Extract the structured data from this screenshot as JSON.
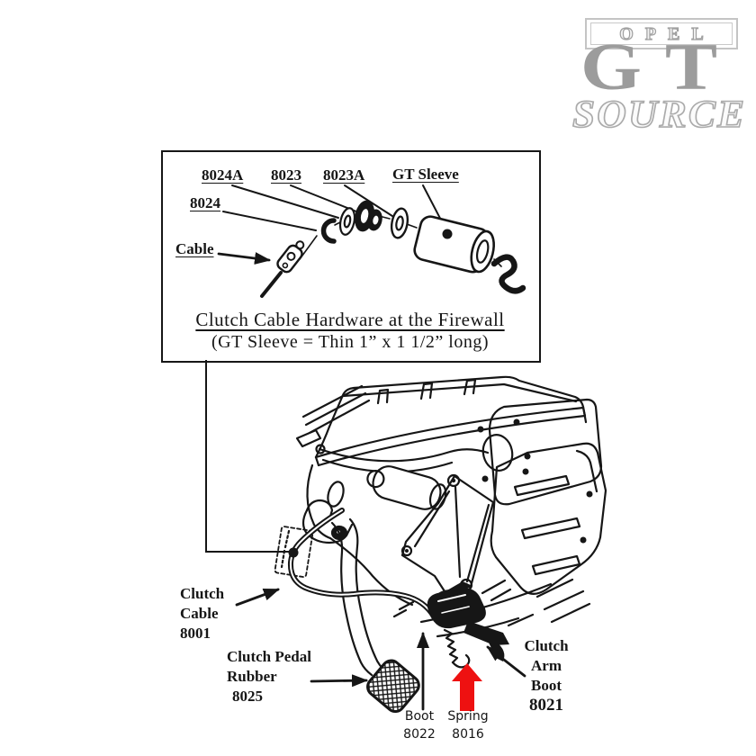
{
  "logo": {
    "opel": "OPEL",
    "gt": "GT",
    "source": "SOURCE"
  },
  "inset": {
    "labels": {
      "p8024a": "8024A",
      "p8023": "8023",
      "p8023a": "8023A",
      "gt_sleeve": "GT Sleeve",
      "p8024": "8024",
      "cable": "Cable"
    },
    "caption_line1": "Clutch Cable Hardware at the Firewall",
    "caption_line2": "(GT Sleeve = Thin 1” x 1 1/2” long)"
  },
  "diagram": {
    "labels": {
      "clutch_cable": [
        "Clutch",
        "Cable",
        "8001"
      ],
      "clutch_pedal_rubber": [
        "Clutch Pedal",
        "Rubber",
        "8025"
      ],
      "boot": [
        "Boot",
        "8022"
      ],
      "spring": [
        "Spring",
        "8016"
      ],
      "clutch_arm_boot": [
        "Clutch",
        "Arm",
        "Boot",
        "8021"
      ]
    },
    "colors": {
      "highlight_arrow": "#ee1111",
      "ink": "#161616",
      "logo_gray": "#9c9c9c"
    }
  },
  "icons": {
    "spring_highlight_arrow": "thick-red-up-arrow",
    "pointer_arrow": "black-solid-arrow",
    "firewall_location_dot": "black-dot",
    "gt_sleeve_dot": "black-dot"
  }
}
